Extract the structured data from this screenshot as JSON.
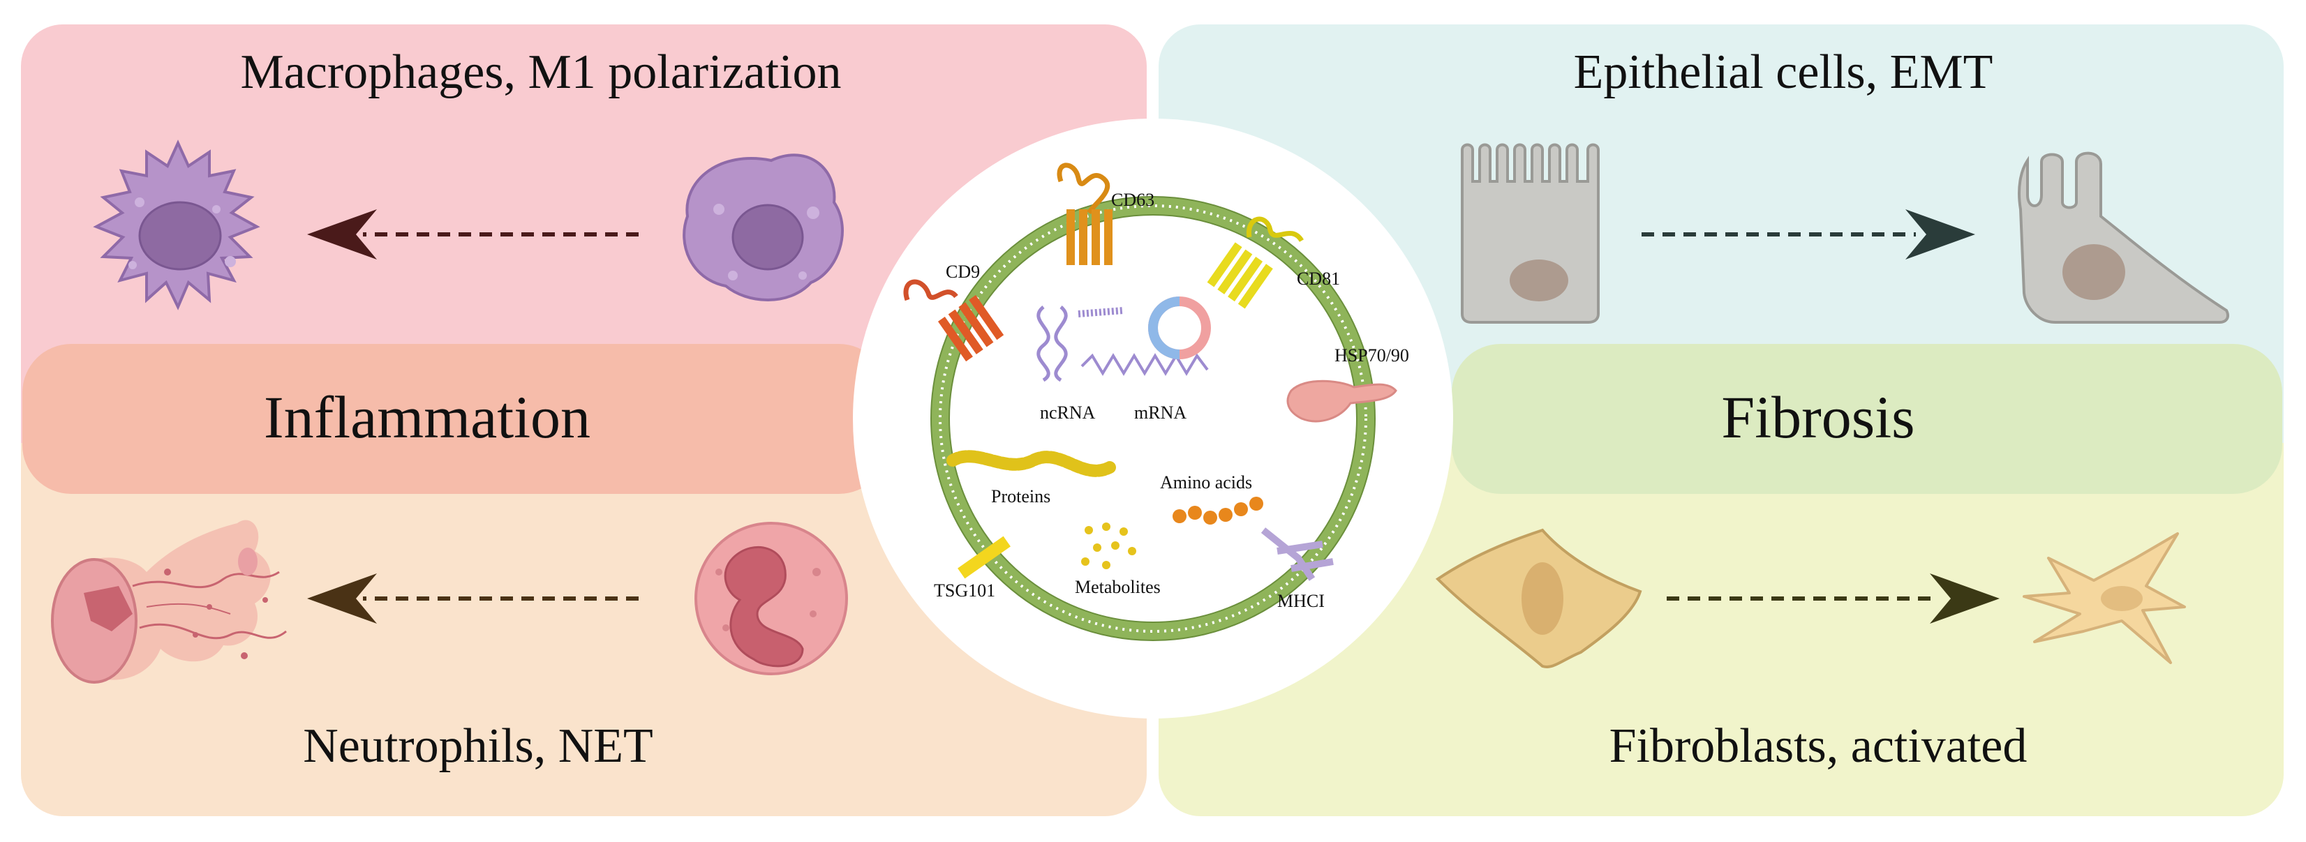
{
  "quadrants": {
    "top_left": {
      "title": "Macrophages, M1 polarization"
    },
    "top_right": {
      "title": "Epithelial cells, EMT"
    },
    "bottom_left": {
      "title": "Neutrophils, NET"
    },
    "bottom_right": {
      "title": "Fibroblasts, activated"
    }
  },
  "bands": {
    "left": {
      "title": "Inflammation"
    },
    "right": {
      "title": "Fibrosis"
    }
  },
  "exosome": {
    "markers": {
      "cd63": "CD63",
      "cd9": "CD9",
      "cd81": "CD81",
      "hsp": "HSP70/90",
      "tsg": "TSG101",
      "mhc": "MHCI"
    },
    "cargo": {
      "ncrna": "ncRNA",
      "mrna": "mRNA",
      "proteins": "Proteins",
      "amino_acids": "Amino acids",
      "metabolites": "Metabolites"
    }
  },
  "colors": {
    "inflammation_top": "#f9cbd0",
    "inflammation_band": "#f6bcaa",
    "inflammation_bottom": "#fae3cc",
    "fibrosis_top": "#e1f2f1",
    "fibrosis_band": "#dcebc1",
    "fibrosis_bottom": "#f1f4cb",
    "membrane": "#8fb45a"
  }
}
